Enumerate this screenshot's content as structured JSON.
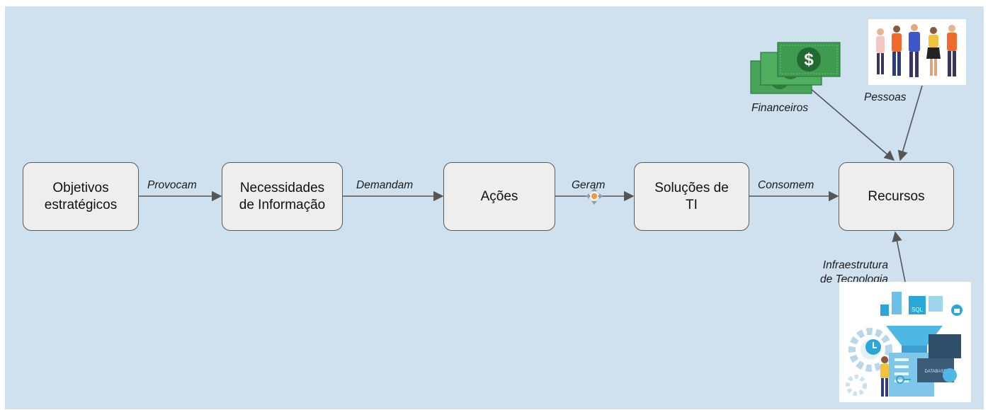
{
  "nodes": {
    "objetivos": "Objetivos\nestratégicos",
    "necessidades": "Necessidades\nde Informação",
    "acoes": "Ações",
    "solucoes": "Soluções de\nTI",
    "recursos": "Recursos"
  },
  "edges": {
    "provocam": "Provocam",
    "demandam": "Demandam",
    "geram": "Geram",
    "consomem": "Consomem",
    "financeiros": "Financeiros",
    "pessoas": "Pessoas",
    "infraestrutura": "Infraestrutura\nde Tecnologia"
  },
  "images": {
    "money": "money-bills-icon",
    "people": "people-group-illustration",
    "infra": "it-infrastructure-illustration",
    "infra_texts": [
      "SQL",
      "DATABASE"
    ]
  },
  "colors": {
    "background": "#cfe0ef",
    "node_fill": "#eeeeee",
    "node_border": "#5a5a5a",
    "arrow": "#555555",
    "money_green": "#3f9b50",
    "infra_blue": "#2aa7d9"
  }
}
